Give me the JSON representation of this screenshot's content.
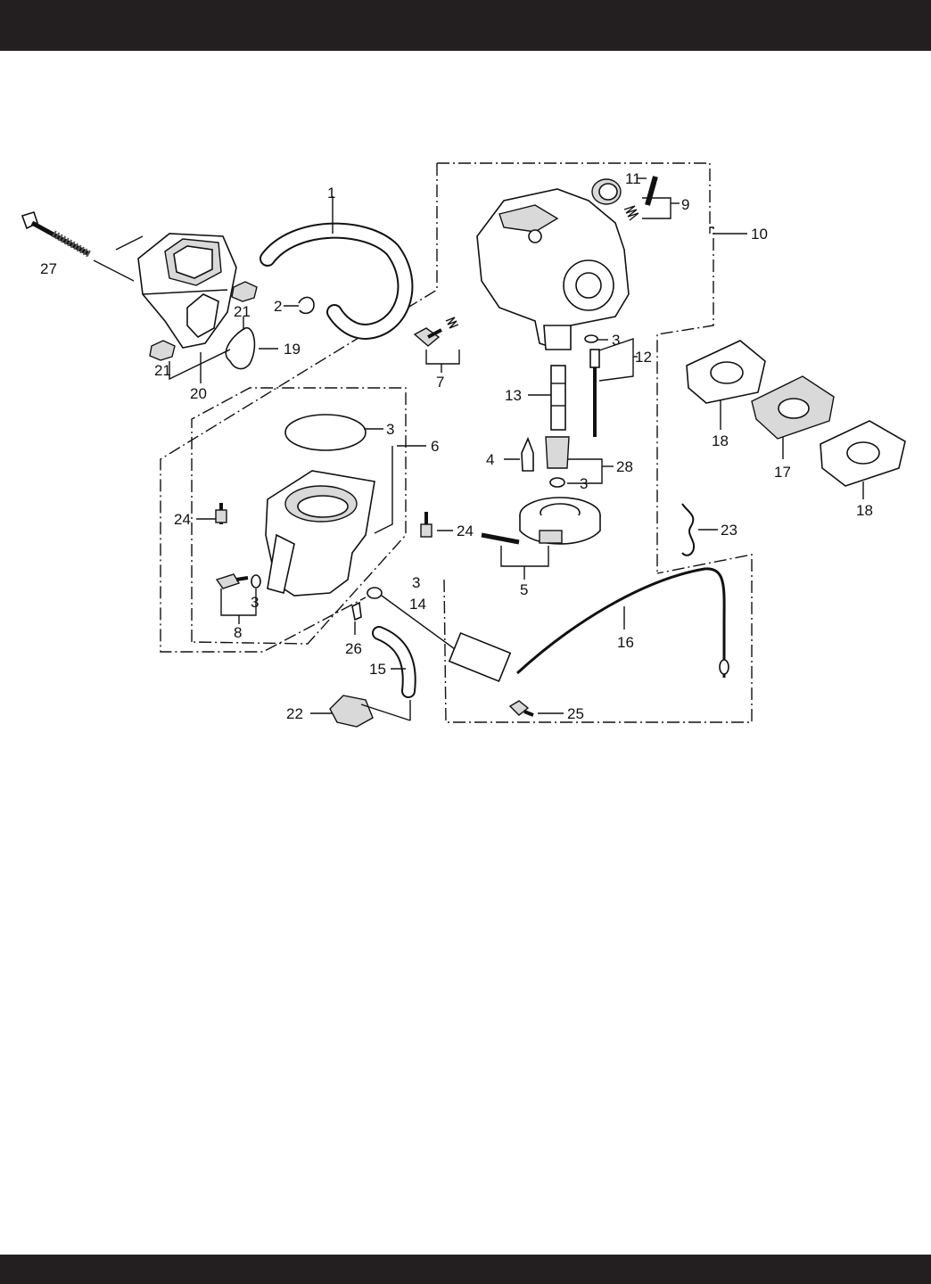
{
  "header": {
    "band_color": "#231f20"
  },
  "footer": {
    "band_color": "#231f20"
  },
  "callouts": {
    "c1": "1",
    "c2": "2",
    "c3a": "3",
    "c3b": "3",
    "c3c": "3",
    "c3d": "3",
    "c3e": "3",
    "c4": "4",
    "c5": "5",
    "c6": "6",
    "c7": "7",
    "c8": "8",
    "c9": "9",
    "c10": "10",
    "c11": "11",
    "c12": "12",
    "c13": "13",
    "c14": "14",
    "c15": "15",
    "c16": "16",
    "c17": "17",
    "c18a": "18",
    "c18b": "18",
    "c19": "19",
    "c20": "20",
    "c21a": "21",
    "c21b": "21",
    "c22": "22",
    "c23": "23",
    "c24a": "24",
    "c24b": "24",
    "c25": "25",
    "c26": "26",
    "c27": "27",
    "c28": "28"
  }
}
